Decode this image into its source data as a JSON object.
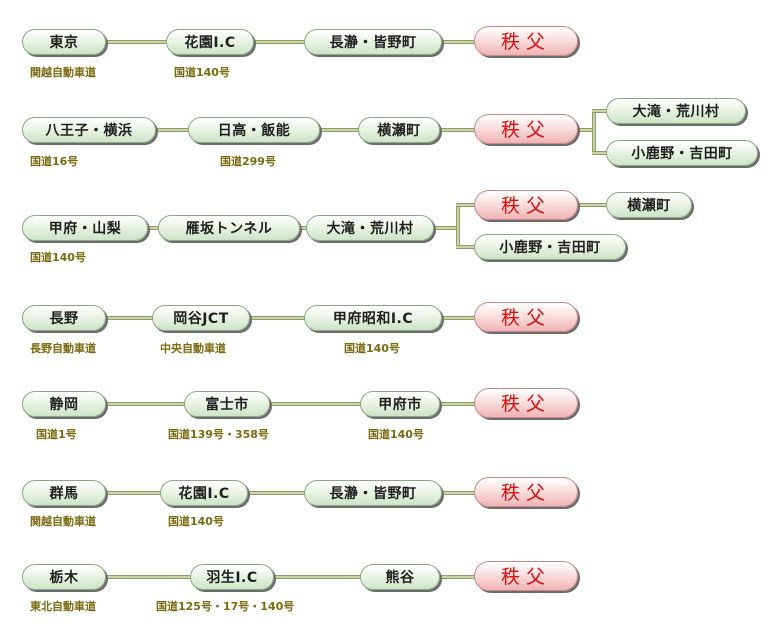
{
  "colors": {
    "label": "#7a6a12",
    "dest_text": "#d81010",
    "connector": "#c9d6a6"
  },
  "destination": "秩父",
  "routes": [
    {
      "nodes": [
        "東京",
        "花園I.C",
        "長瀞・皆野町"
      ],
      "labels": [
        "関越自動車道",
        "国道140号"
      ]
    },
    {
      "nodes": [
        "八王子・横浜",
        "日高・飯能",
        "横瀬町"
      ],
      "labels": [
        "国道16号",
        "国道299号"
      ],
      "branches": [
        "大滝・荒川村",
        "小鹿野・吉田町"
      ]
    },
    {
      "nodes": [
        "甲府・山梨",
        "雁坂トンネル",
        "大滝・荒川村"
      ],
      "labels": [
        "国道140号"
      ],
      "branch_after": "横瀬町",
      "branch_alt": "小鹿野・吉田町"
    },
    {
      "nodes": [
        "長野",
        "岡谷JCT",
        "甲府昭和I.C"
      ],
      "labels": [
        "長野自動車道",
        "中央自動車道",
        "国道140号"
      ]
    },
    {
      "nodes": [
        "静岡",
        "富士市",
        "甲府市"
      ],
      "labels": [
        "国道1号",
        "国道139号・358号",
        "国道140号"
      ]
    },
    {
      "nodes": [
        "群馬",
        "花園I.C",
        "長瀞・皆野町"
      ],
      "labels": [
        "関越自動車道",
        "国道140号"
      ]
    },
    {
      "nodes": [
        "栃木",
        "羽生I.C",
        "熊谷"
      ],
      "labels": [
        "東北自動車道",
        "国道125号・17号・140号"
      ]
    }
  ]
}
